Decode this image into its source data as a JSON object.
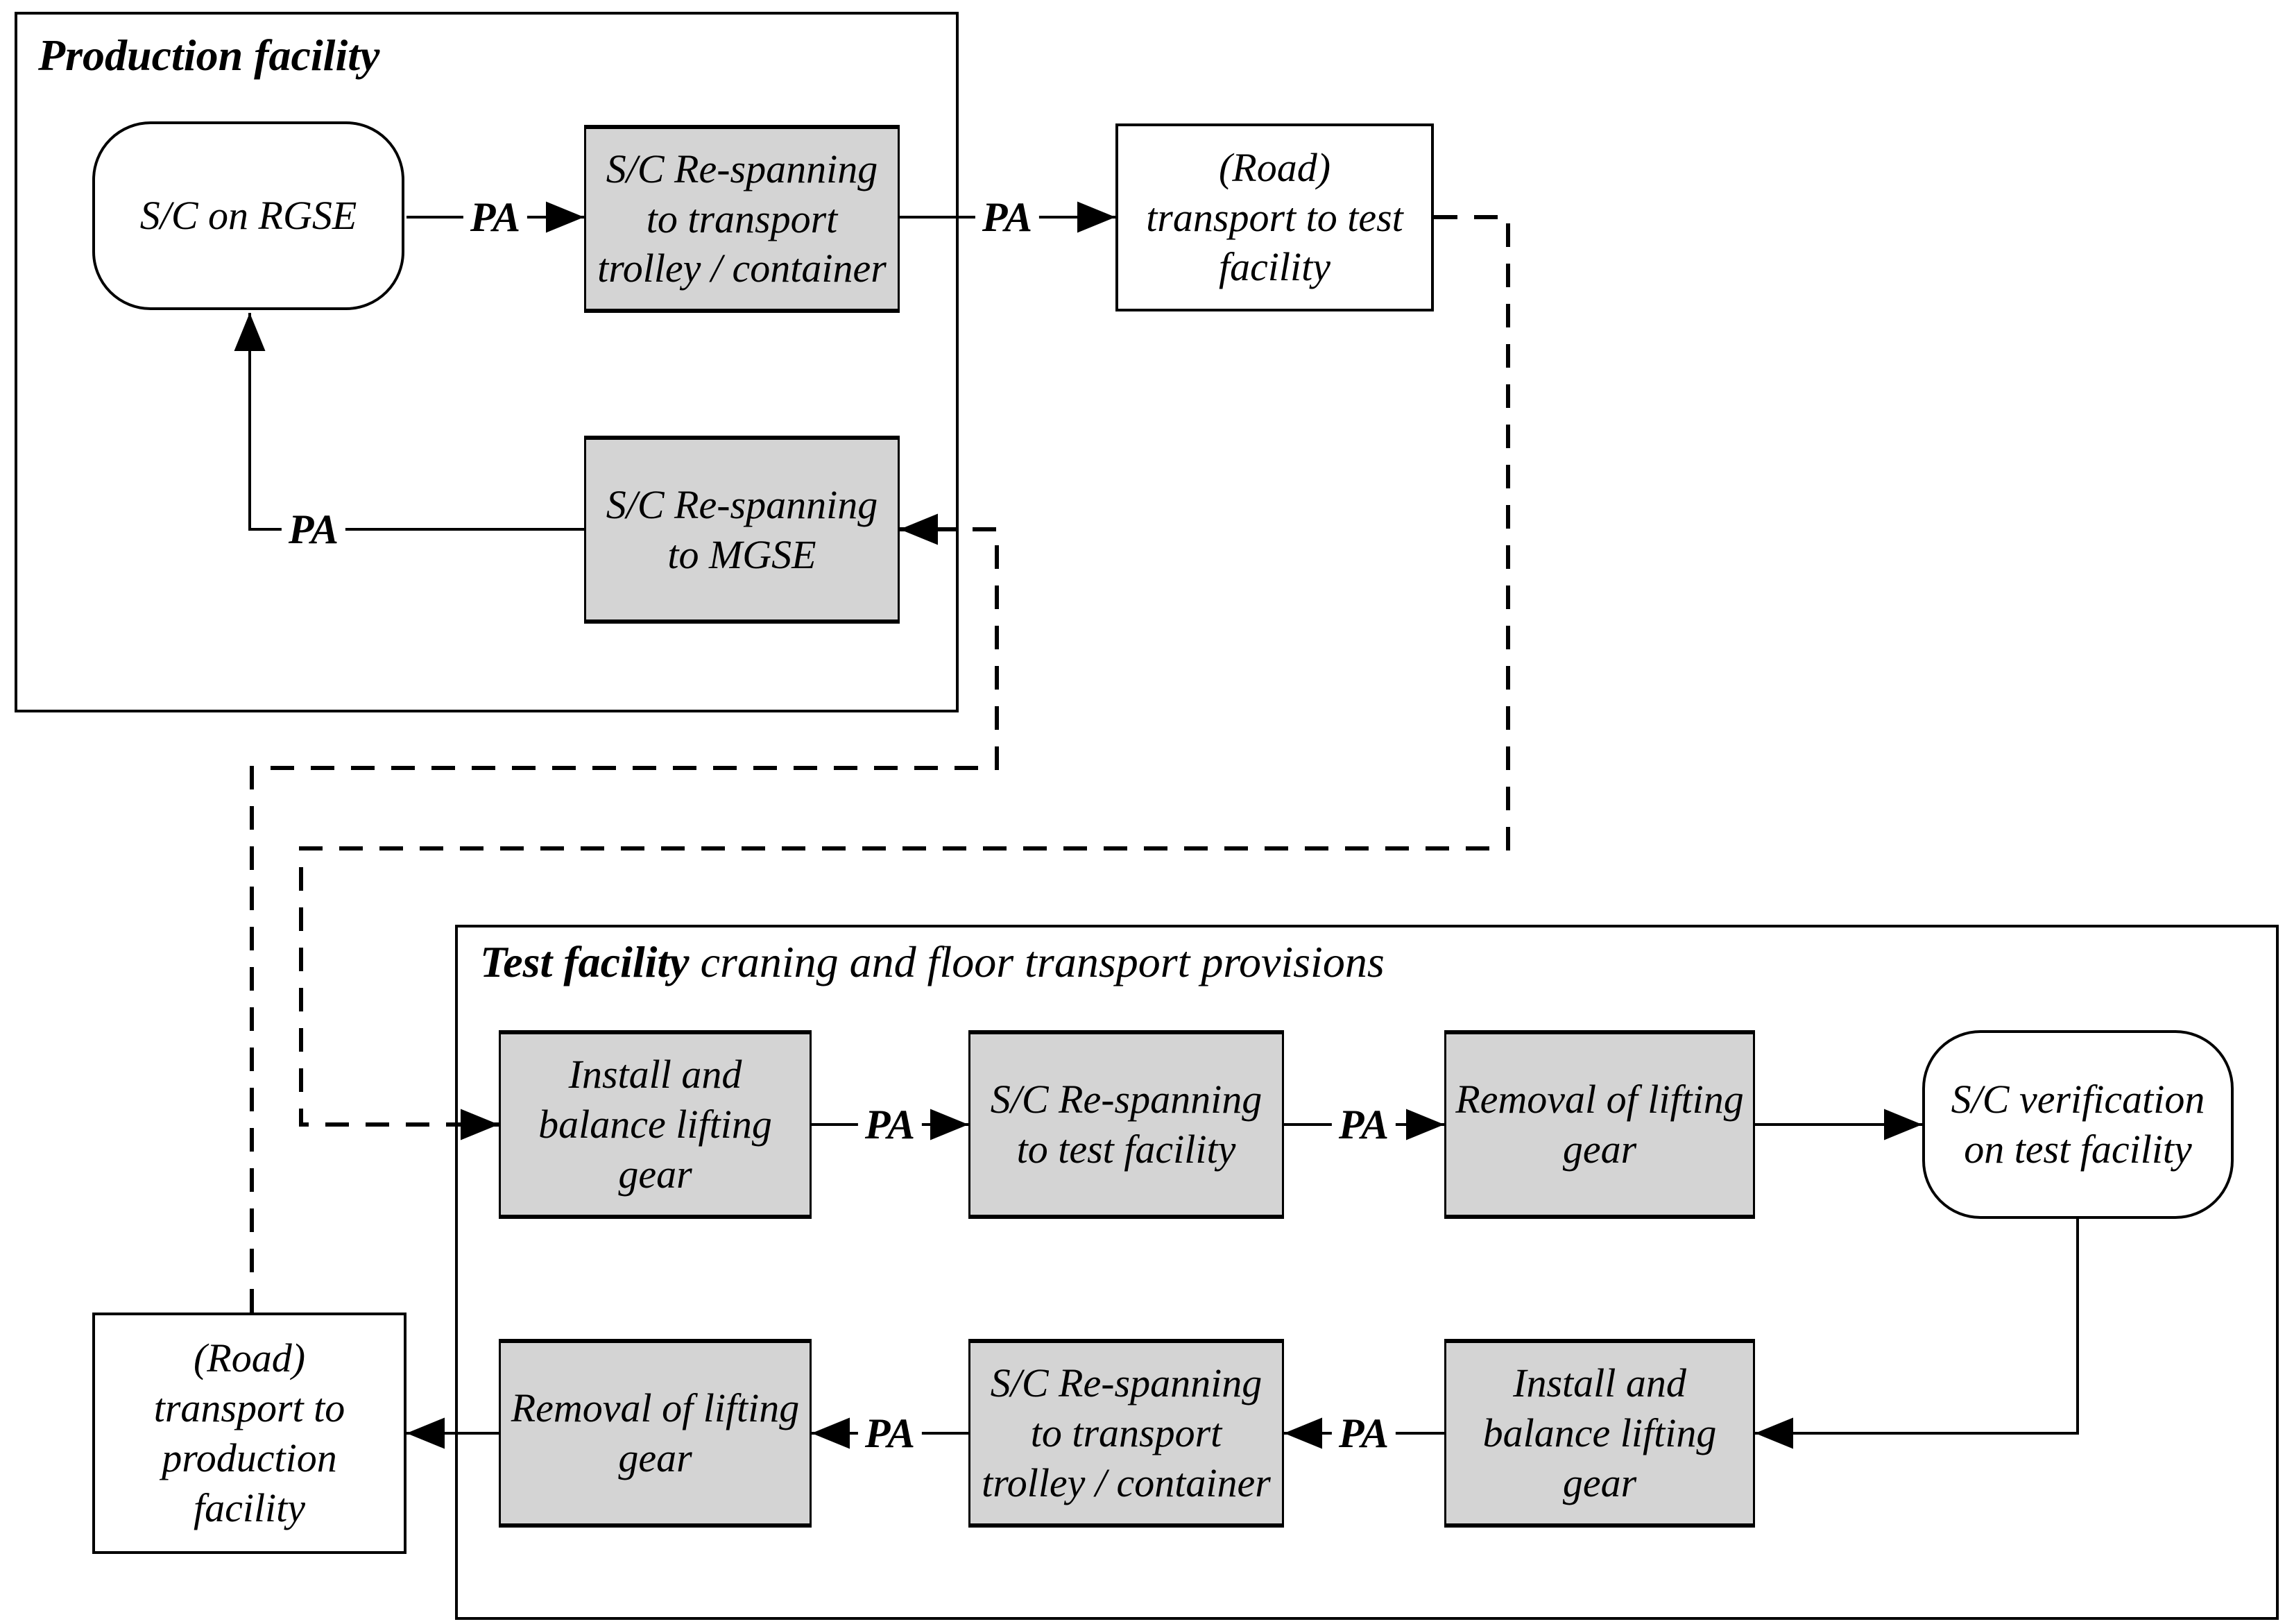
{
  "colors": {
    "line": "#000000",
    "process_box_fill": "#d4d4d4",
    "page_background": "#ffffff"
  },
  "labels": {
    "pa": "PA"
  },
  "production_facility": {
    "title": "Production facility",
    "nodes": {
      "rgse": "S/C on RGSE",
      "respan_trolley": "S/C Re-spanning\nto transport\ntrolley / container",
      "respan_mgse": "S/C Re-spanning\nto MGSE"
    }
  },
  "transport": {
    "road_to_test": "(Road)\ntransport to test\nfacility",
    "road_to_production": "(Road)\ntransport to\nproduction\nfacility"
  },
  "test_facility": {
    "title_bold": "Test facility",
    "title_rest": " craning and floor transport provisions",
    "row1": {
      "install": "Install and\nbalance lifting\ngear",
      "respan_test": "S/C Re-spanning\nto test facility",
      "removal": "Removal of lifting\ngear",
      "verification": "S/C verification\non test facility"
    },
    "row2": {
      "install": "Install and\nbalance lifting\ngear",
      "respan_trolley": "S/C Re-spanning\nto transport\ntrolley / container",
      "removal": "Removal of lifting\ngear"
    }
  }
}
